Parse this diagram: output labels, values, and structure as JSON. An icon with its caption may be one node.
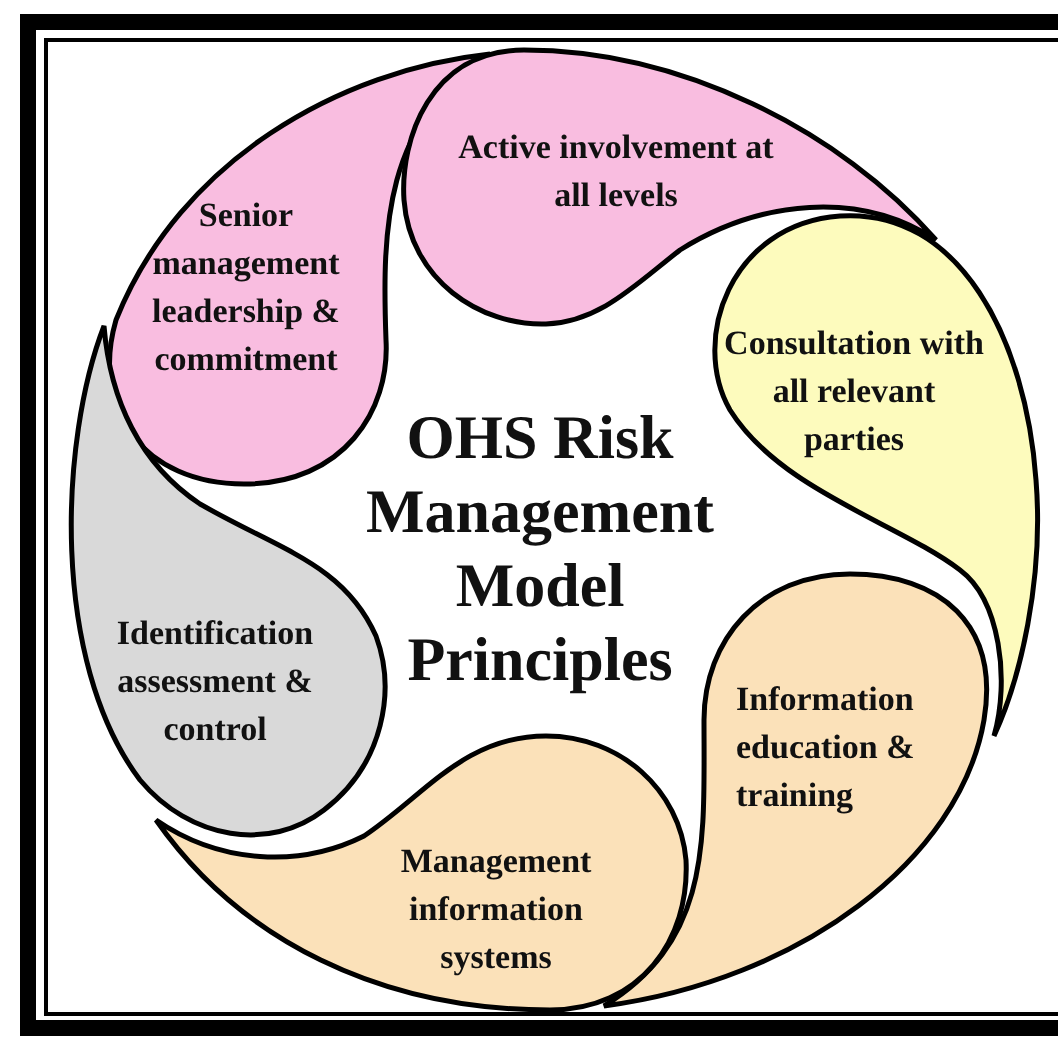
{
  "diagram": {
    "title": "OHS Risk Management Model Principles",
    "nodes": [
      {
        "text": [
          "Senior management leadership & commitment"
        ]
      },
      {
        "text": [
          "Active involvement at all levels"
        ]
      },
      {
        "text": [
          "Consultation with all relevant parties"
        ]
      },
      {
        "text": [
          "Identification assessment & control"
        ]
      },
      {
        "text": [
          "Information education & training"
        ]
      },
      {
        "text": [
          "Management information systems"
        ]
      }
    ],
    "edges": []
  }
}
